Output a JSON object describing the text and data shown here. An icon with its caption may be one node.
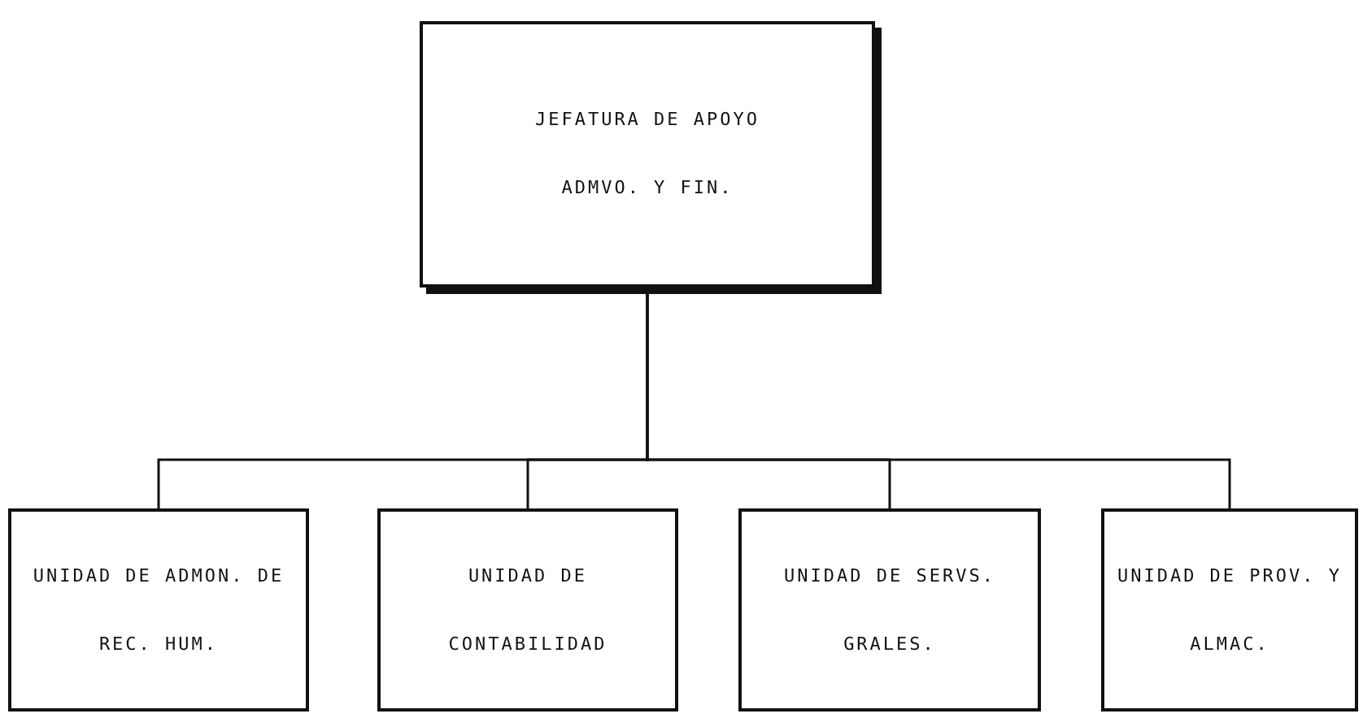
{
  "diagram": {
    "nodes": [
      {
        "text": [
          "JEFATURA DE APOYO ADMVO. Y FIN."
        ]
      },
      {
        "text": [
          "UNIDAD DE ADMON. DE REC. HUM."
        ]
      },
      {
        "text": [
          "UNIDAD DE CONTABILIDAD"
        ]
      },
      {
        "text": [
          "UNIDAD DE SERVS. GRALES."
        ]
      },
      {
        "text": [
          "UNIDAD DE PROV. Y ALMAC."
        ]
      }
    ],
    "edges": [
      {
        "from": 0,
        "to": 1,
        "arrow": "none"
      },
      {
        "from": 0,
        "to": 2,
        "arrow": "none"
      },
      {
        "from": 0,
        "to": 3,
        "arrow": "none"
      },
      {
        "from": 0,
        "to": 4,
        "arrow": "none"
      }
    ]
  }
}
